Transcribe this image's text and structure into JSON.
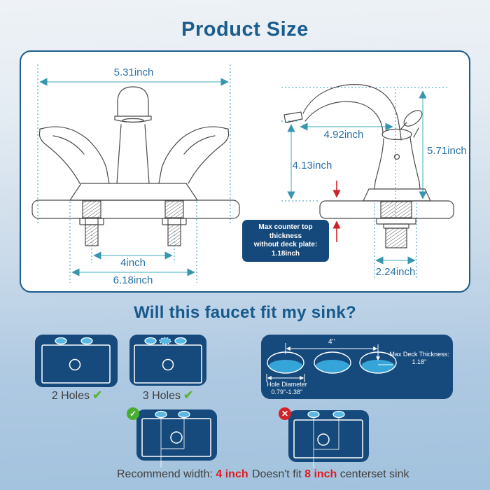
{
  "title": "Product Size",
  "diagram": {
    "front": {
      "top_width": "5.31inch",
      "hole_spacing": "4inch",
      "overall_width": "6.18inch"
    },
    "side": {
      "spout_reach": "4.92inch",
      "spout_height": "4.13inch",
      "overall_height": "5.71inch",
      "base_width": "2.24inch",
      "note_line1": "Max counter top thickness",
      "note_line2": "without deck plate:",
      "note_line3": "1.18inch"
    }
  },
  "fit": {
    "heading": "Will this faucet fit my sink?",
    "options": [
      {
        "label": "2 Holes",
        "check": "✔"
      },
      {
        "label": "3 Holes",
        "check": "✔"
      }
    ],
    "spec": {
      "spacing": "4''",
      "deck_label": "Max Deck Thickness:",
      "deck_value": "1.18''",
      "dia_label": "Hole Diameter",
      "dia_value": "0.79''-1.38''"
    },
    "recommend": {
      "badge": "✓",
      "prefix": "Recommend width: ",
      "highlight": "4 inch"
    },
    "notfit": {
      "badge": "✕",
      "prefix": "Doesn't fit ",
      "highlight": "8 inch",
      "suffix": " centerset sink"
    }
  },
  "colors": {
    "accent_blue": "#1a5c8e",
    "dimension_teal": "#55adc2",
    "panel_navy": "#164a7c",
    "hole_blue": "#35a4d8",
    "check_green": "#5cb53a",
    "alert_red": "#e3191e"
  }
}
